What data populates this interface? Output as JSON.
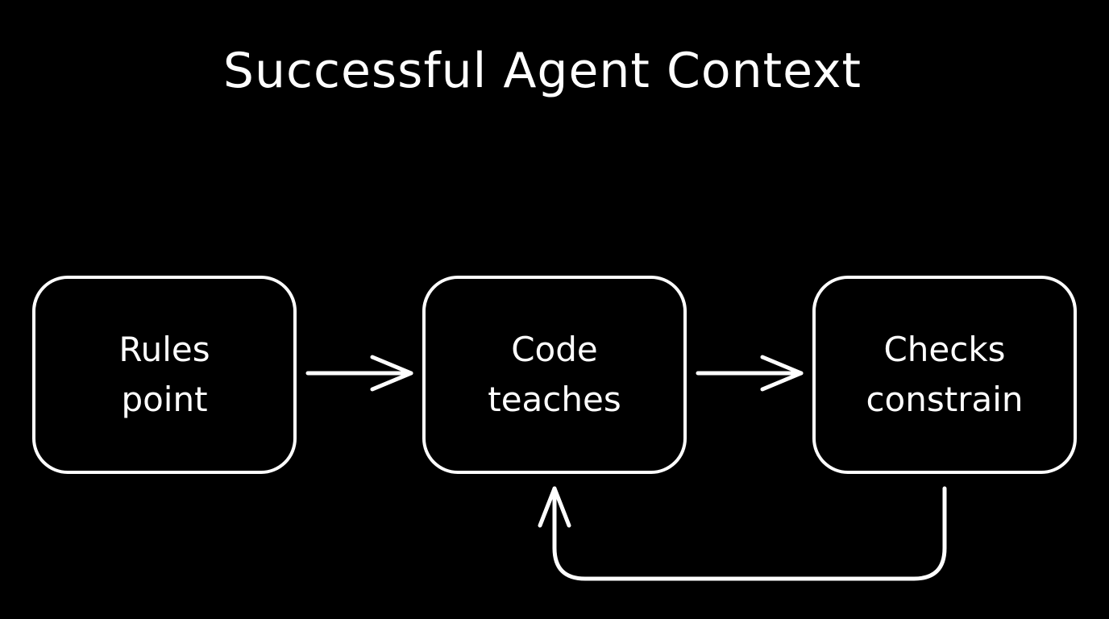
{
  "diagram": {
    "title": "Successful Agent Context",
    "nodes": [
      {
        "id": "rules",
        "lines": [
          "Rules",
          "point"
        ]
      },
      {
        "id": "code",
        "lines": [
          "Code",
          "teaches"
        ]
      },
      {
        "id": "checks",
        "lines": [
          "Checks",
          "constrain"
        ]
      }
    ],
    "edges": [
      {
        "from": "rules",
        "to": "code"
      },
      {
        "from": "code",
        "to": "checks"
      },
      {
        "from": "checks",
        "to": "code"
      }
    ],
    "colors": {
      "background": "#000000",
      "foreground": "#ffffff"
    }
  }
}
